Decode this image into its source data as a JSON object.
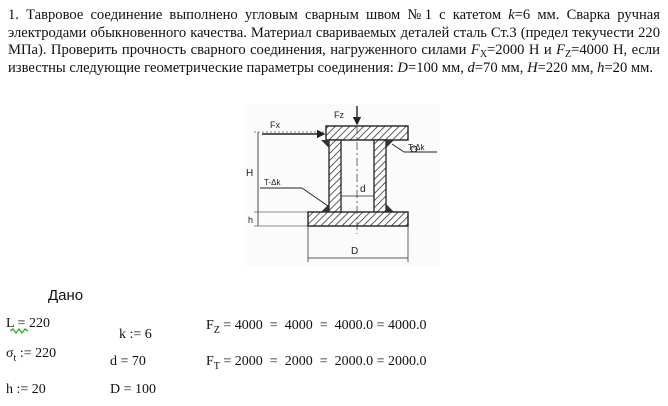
{
  "problem": {
    "p1": "1. Тавровое соединение выполнено угловым сварным швом №1 с катетом ",
    "k_var": "k",
    "p2": "=6 мм. Сварка ручная электродами обыкновенного качества. Материал свариваемых деталей сталь Ст.3 (предел текучести 220 МПа). Проверить прочность сварного соединения, нагруженного силами ",
    "fx_var": "F",
    "fx_sub": "X",
    "p3": "=2000 Н и ",
    "fz_var": "F",
    "fz_sub": "Z",
    "p4": "=4000 Н, если известны следующие геометрические параметры соединения: ",
    "D_var": "D",
    "p5": "=100 мм, ",
    "d_var": "d",
    "p6": "=70 мм, ",
    "H_var": "H",
    "p7": "=220 мм, ",
    "h_var": "h",
    "p8": "=20 мм."
  },
  "figure_labels": {
    "fx": "Fx",
    "fz": "Fz",
    "weld_top": "T-Δk",
    "weld_left": "T-Δk",
    "d": "d",
    "D": "D",
    "H": "H",
    "h": "h"
  },
  "given": {
    "title": "Дано",
    "L_name": "L",
    "L_rest": " = 220",
    "sigma_name": "σ",
    "sigma_sub": "t",
    "sigma_rest": " := 220",
    "h": "h := 20",
    "k": "k := 6",
    "d": "d = 70",
    "D": "D = 100",
    "fz_name": "F",
    "fz_sub": "Z",
    "fz_rest": " = 4000  =  4000  =  4000.0 = 4000.0",
    "ft_name": "F",
    "ft_sub": "T",
    "ft_rest": " = 2000  =  2000  =  2000.0 = 2000.0"
  },
  "colors": {
    "squiggle": "#2aa02a"
  }
}
